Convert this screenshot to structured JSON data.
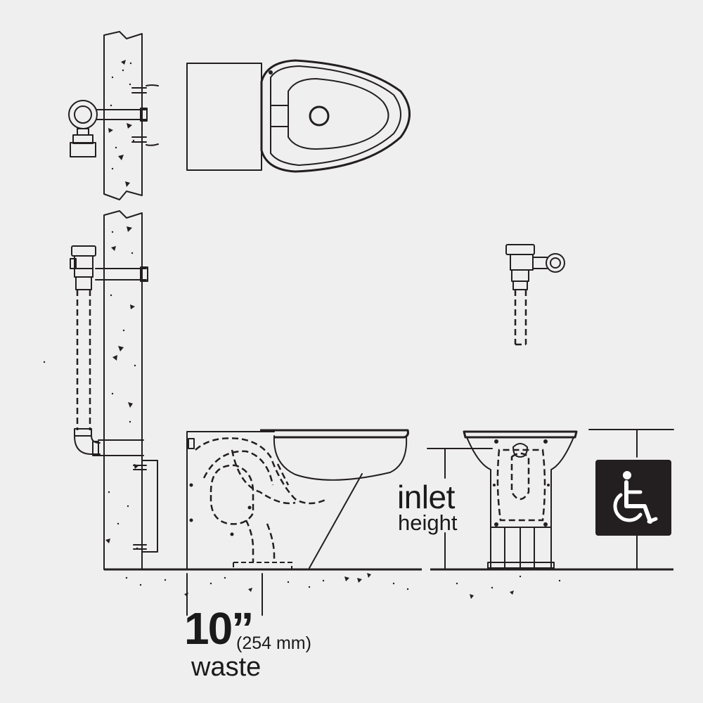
{
  "dimensions": {
    "waste_value": "10”",
    "waste_metric": "(254 mm)",
    "waste_label": "waste",
    "inlet_label_line1": "inlet",
    "inlet_label_line2": "height"
  },
  "icons": {
    "accessibility": "wheelchair-icon"
  },
  "colors": {
    "background": "#efefef",
    "line": "#231f20",
    "badge": "#231f20"
  }
}
